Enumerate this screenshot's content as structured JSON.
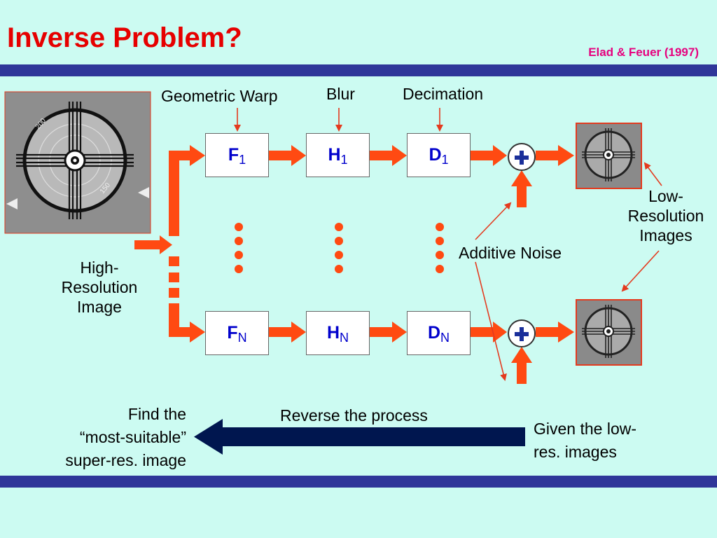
{
  "slide": {
    "title": "Inverse Problem?",
    "citation": "Elad & Feuer (1997)"
  },
  "labels": {
    "geometric_warp": "Geometric Warp",
    "blur": "Blur",
    "decimation": "Decimation",
    "low_res_line1": "Low-",
    "low_res_line2": "Resolution",
    "low_res_line3": "Images",
    "additive_noise": "Additive Noise",
    "high_res_line1": "High-",
    "high_res_line2": "Resolution",
    "high_res_line3": "Image",
    "find_line1": "Find the",
    "find_line2": "“most-suitable”",
    "find_line3": "super-res. image",
    "reverse": "Reverse the process",
    "given_line1": "Given the low-",
    "given_line2": "res. images"
  },
  "blocks": {
    "f1": {
      "main": "F",
      "sub": "1"
    },
    "h1": {
      "main": "H",
      "sub": "1"
    },
    "d1": {
      "main": "D",
      "sub": "1"
    },
    "fn": {
      "main": "F",
      "sub": "N"
    },
    "hn": {
      "main": "H",
      "sub": "N"
    },
    "dn": {
      "main": "D",
      "sub": "N"
    }
  },
  "image_labels": {
    "tick_200": "200",
    "tick_150": "150"
  },
  "colors": {
    "background": "#ccfbf2",
    "title": "#e60000",
    "citation": "#e6007e",
    "bar": "#2f3699",
    "arrow_red": "#ff4a12",
    "arrow_navy": "#00164f",
    "block_text": "#0000cc"
  }
}
